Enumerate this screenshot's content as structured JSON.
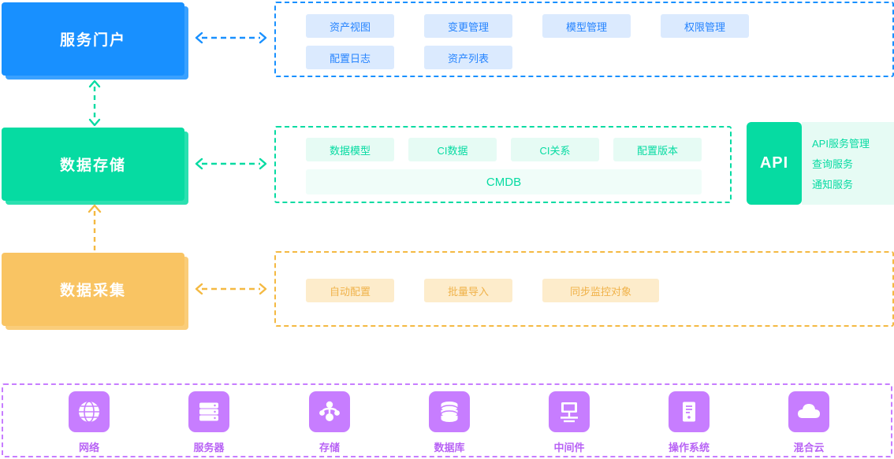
{
  "layers": [
    {
      "id": "portal",
      "title": "服务门户",
      "color": "#1890ff"
    },
    {
      "id": "store",
      "title": "数据存储",
      "color": "#06dba2"
    },
    {
      "id": "collect",
      "title": "数据采集",
      "color": "#f9c463"
    }
  ],
  "panels": {
    "portal": {
      "border_color": "#1890ff",
      "items": [
        "资产视图",
        "变更管理",
        "模型管理",
        "权限管理",
        "配置日志",
        "资产列表"
      ]
    },
    "store": {
      "border_color": "#06dba2",
      "items": [
        "数据模型",
        "CI数据",
        "CI关系",
        "配置版本"
      ],
      "wide_item": "CMDB"
    },
    "collect": {
      "border_color": "#f4b942",
      "items": [
        "自动配置",
        "批量导入",
        "同步监控对象"
      ]
    },
    "resource": {
      "border_color": "#c77dff"
    }
  },
  "api": {
    "label": "API",
    "services": [
      "API服务管理",
      "查询服务",
      "通知服务"
    ],
    "color": "#06dba2"
  },
  "resources": [
    {
      "label": "网络",
      "icon": "globe-icon"
    },
    {
      "label": "服务器",
      "icon": "server-rack-icon"
    },
    {
      "label": "存储",
      "icon": "storage-node-icon"
    },
    {
      "label": "数据库",
      "icon": "database-icon"
    },
    {
      "label": "中间件",
      "icon": "middleware-icon"
    },
    {
      "label": "操作系统",
      "icon": "os-tower-icon"
    },
    {
      "label": "混合云",
      "icon": "cloud-icon"
    }
  ],
  "arrows": {
    "portal_to_panel": {
      "color": "#1890ff",
      "style": "dashed",
      "heads": "both"
    },
    "store_to_panel": {
      "color": "#06dba2",
      "style": "dashed",
      "heads": "both"
    },
    "collect_to_panel": {
      "color": "#f4b942",
      "style": "dashed",
      "heads": "both"
    },
    "portal_store": {
      "color": "#06dba2",
      "style": "dashed",
      "heads": "both"
    },
    "collect_store": {
      "color": "#f4b942",
      "style": "dashed",
      "heads": "up"
    }
  }
}
